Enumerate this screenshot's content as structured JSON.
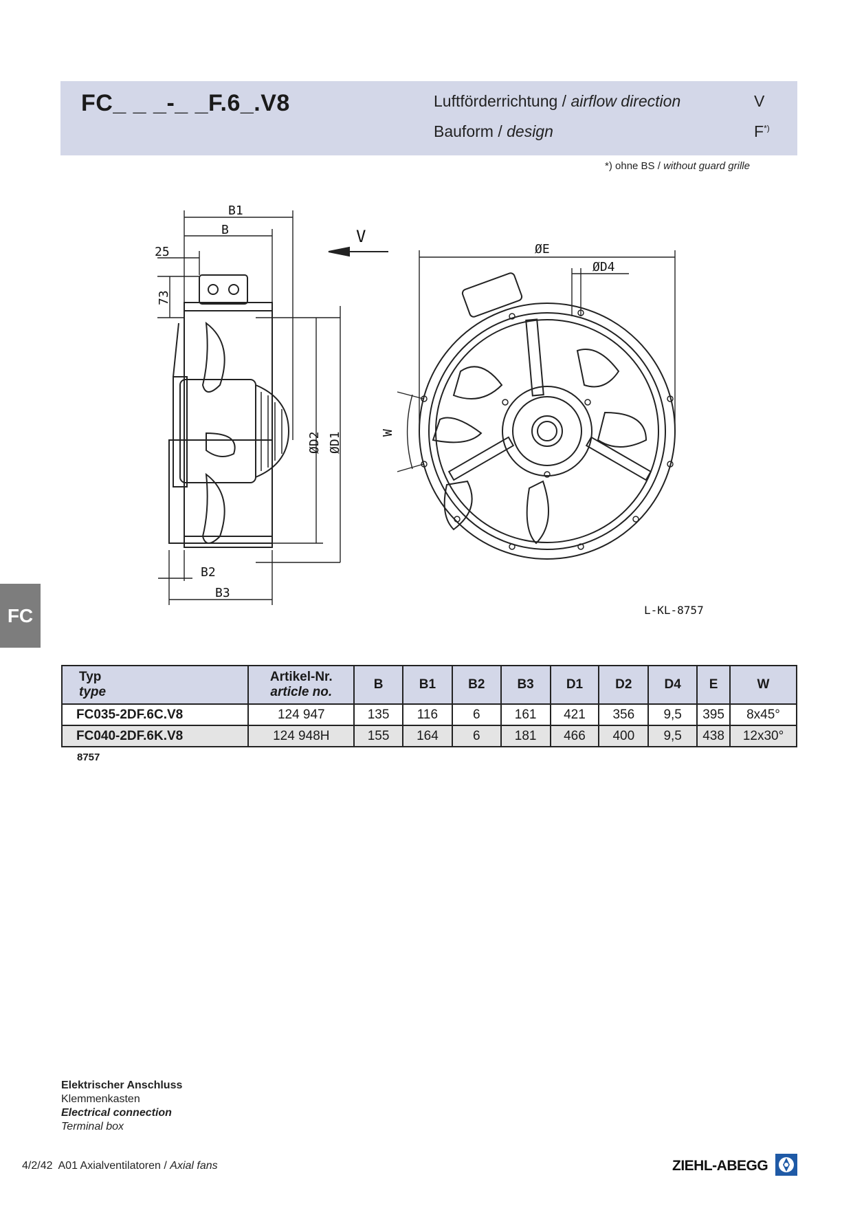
{
  "header": {
    "model": "FC_ _ _-_ _F.6_.V8",
    "airflow_label_de": "Luftförderrichtung /",
    "airflow_label_en": "airflow direction",
    "airflow_value": "V",
    "design_label_de": "Bauform  /",
    "design_label_en": "design",
    "design_value": "F",
    "design_sup": "*)"
  },
  "footnote": {
    "marker": "*)",
    "de": "ohne BS /",
    "en": "without guard grille"
  },
  "side_tab": "FC",
  "drawing": {
    "code": "L-KL-8757",
    "labels": {
      "b1": "B1",
      "b": "B",
      "d25": "25",
      "d73": "73",
      "v": "V",
      "d2": "ØD2",
      "d1": "ØD1",
      "b2": "B2",
      "b3": "B3",
      "e": "ØE",
      "d4": "ØD4",
      "w": "W"
    }
  },
  "table": {
    "headers": [
      {
        "de": "Typ",
        "en": "type"
      },
      {
        "de": "Artikel-Nr.",
        "en": "article no."
      },
      {
        "de": "B"
      },
      {
        "de": "B1"
      },
      {
        "de": "B2"
      },
      {
        "de": "B3"
      },
      {
        "de": "D1"
      },
      {
        "de": "D2"
      },
      {
        "de": "D4"
      },
      {
        "de": "E"
      },
      {
        "de": "W"
      }
    ],
    "rows": [
      [
        "FC035-2DF.6C.V8",
        "124 947",
        "135",
        "116",
        "6",
        "161",
        "421",
        "356",
        "9,5",
        "395",
        "8x45°"
      ],
      [
        "FC040-2DF.6K.V8",
        "124 948H",
        "155",
        "164",
        "6",
        "181",
        "466",
        "400",
        "9,5",
        "438",
        "12x30°"
      ]
    ],
    "code": "8757"
  },
  "electrical": {
    "line1": "Elektrischer Anschluss",
    "line2": "Klemmenkasten",
    "line3": "Electrical connection",
    "line4": "Terminal box"
  },
  "footer": {
    "page": "4/2/42",
    "section_de": "A01 Axialventilatoren /",
    "section_en": "Axial fans",
    "brand": "ZIEHL-ABEGG"
  },
  "colors": {
    "header_band": "#d3d7e8",
    "side_tab": "#7d7d7d",
    "alt_row": "#e4e4e4",
    "brand_blue": "#1f5aa6"
  }
}
